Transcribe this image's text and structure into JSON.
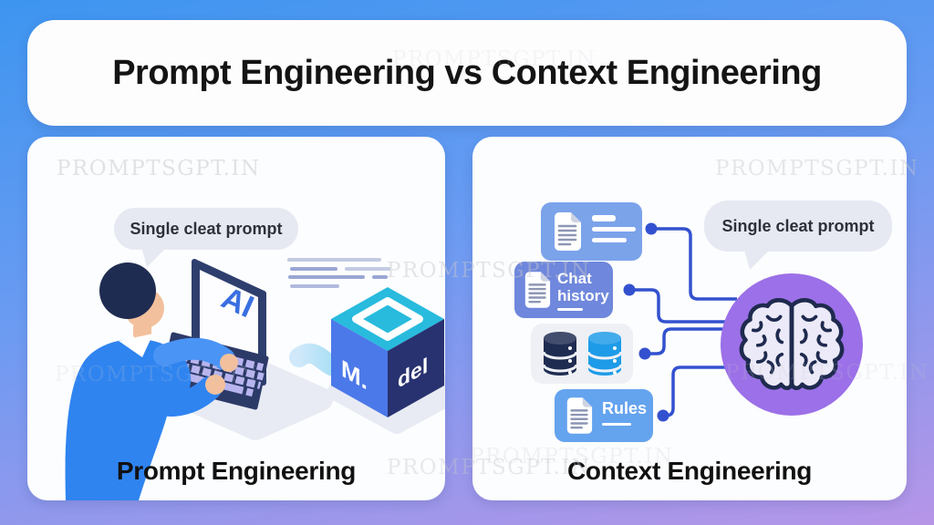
{
  "watermark": "PROMPTSGPT.IN",
  "header": {
    "title": "Prompt Engineering vs Context Engineering"
  },
  "left_panel": {
    "caption": "Prompt Engineering",
    "speech_bubble": "Single cleat prompt",
    "laptop_screen_label": "AI",
    "model_cube": {
      "left_face_label": "M.",
      "right_face_label": "del"
    }
  },
  "right_panel": {
    "caption": "Context Engineering",
    "speech_bubble": "Single cleat prompt",
    "cards": [
      {
        "name": "documents-card",
        "icon": "document-icon",
        "label": ""
      },
      {
        "name": "chat-history-card",
        "icon": "document-icon",
        "label": "Chat history"
      },
      {
        "name": "databases-card",
        "icon": "database-icons",
        "label": ""
      },
      {
        "name": "rules-card",
        "icon": "document-icon",
        "label": "Rules"
      }
    ],
    "hub_icon": "brain-icon"
  },
  "colors": {
    "background_top": "#3d95f0",
    "background_bottom": "#b695e7",
    "panel": "#fcfdfe",
    "bubble": "#e6e9f2",
    "documents_card": "#7ba3ea",
    "chat_history_card": "#6f87dc",
    "databases_card_bg": "#eef0f6",
    "rules_card": "#64a3ee",
    "database_dark": "#1f2c52",
    "database_blue": "#1e9be8",
    "connector": "#3351cf",
    "brain_circle": "#9b70e8",
    "cube_top": "#28bbdd",
    "cube_left": "#4b79e9",
    "cube_right": "#283270",
    "ai_text": "#3a6fe0"
  }
}
